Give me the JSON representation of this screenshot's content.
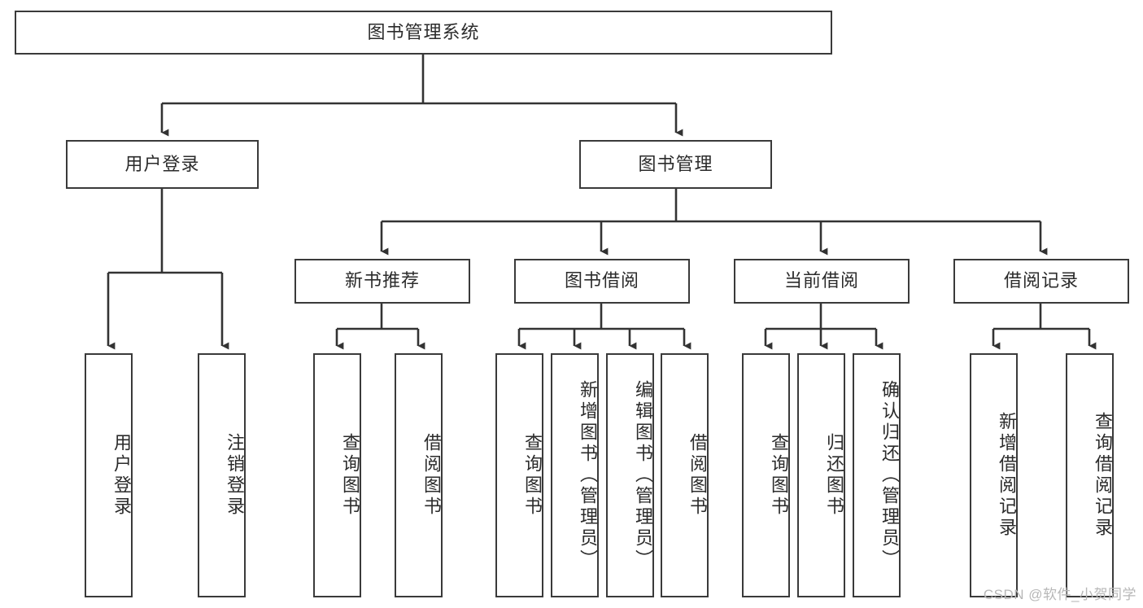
{
  "diagram": {
    "title": "图书管理系统",
    "type": "tree-hierarchy-chart",
    "style": {
      "box_border_color": "#3a3a3a",
      "box_fill_color": "#ffffff",
      "connector_color": "#333333",
      "text_color": "#2b2b2b",
      "background_color": "#ffffff"
    },
    "root": {
      "label": "图书管理系统"
    },
    "level2": [
      {
        "label": "用户登录"
      },
      {
        "label": "图书管理"
      }
    ],
    "level3": [
      {
        "label": "新书推荐"
      },
      {
        "label": "图书借阅"
      },
      {
        "label": "当前借阅"
      },
      {
        "label": "借阅记录"
      }
    ],
    "leaves_user_login": [
      {
        "label": "用户登录"
      },
      {
        "label": "注销登录"
      }
    ],
    "leaves_new_book": [
      {
        "label": "查询图书"
      },
      {
        "label": "借阅图书"
      }
    ],
    "leaves_borrow": [
      {
        "label": "查询图书"
      },
      {
        "label": "新增图书（管理员）"
      },
      {
        "label": "编辑图书（管理员）"
      },
      {
        "label": "借阅图书"
      }
    ],
    "leaves_current": [
      {
        "label": "查询图书"
      },
      {
        "label": "归还图书"
      },
      {
        "label": "确认归还（管理员）"
      }
    ],
    "leaves_records": [
      {
        "label": "新增借阅记录"
      },
      {
        "label": "查询借阅记录"
      }
    ],
    "watermark": "CSDN @软件_小贺同学"
  }
}
